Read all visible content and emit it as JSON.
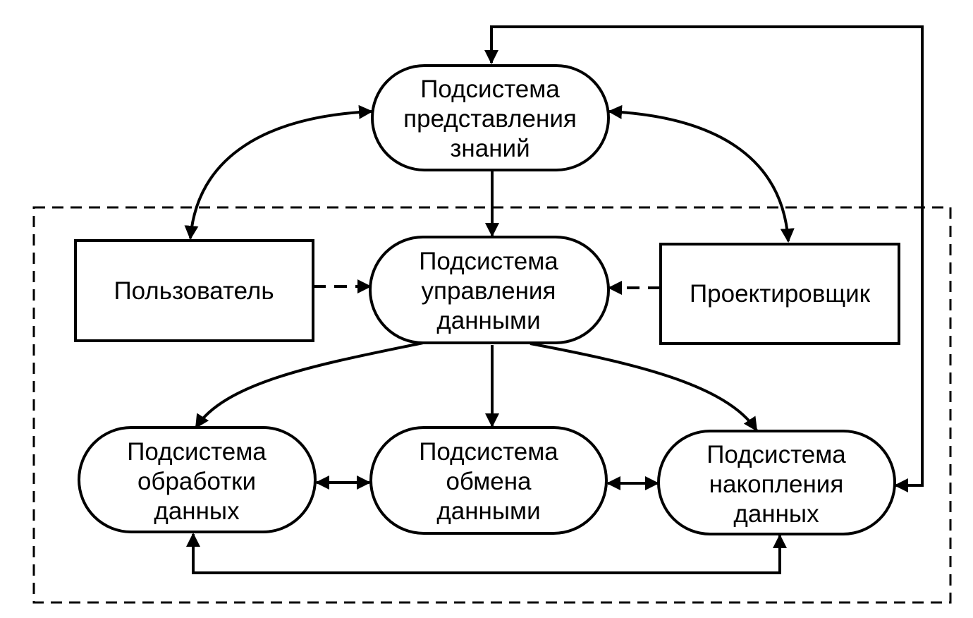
{
  "colors": {
    "stroke": "#000000",
    "fill": "#ffffff",
    "background": "#ffffff"
  },
  "nodes": {
    "knowledge": {
      "lines": [
        "Подсистема",
        "представления",
        "знаний"
      ]
    },
    "management": {
      "lines": [
        "Подсистема",
        "управления",
        "данными"
      ]
    },
    "user": {
      "lines": [
        "Пользователь"
      ]
    },
    "designer": {
      "lines": [
        "Проектировщик"
      ]
    },
    "processing": {
      "lines": [
        "Подсистема",
        "обработки",
        "данных"
      ]
    },
    "exchange": {
      "lines": [
        "Подсистема",
        "обмена",
        "данными"
      ]
    },
    "accumulation": {
      "lines": [
        "Подсистема",
        "накопления",
        "данных"
      ]
    }
  },
  "edges": [
    {
      "from": "knowledge",
      "to": "management",
      "style": "solid",
      "direction": "forward"
    },
    {
      "from": "knowledge",
      "to": "user",
      "style": "solid",
      "direction": "both"
    },
    {
      "from": "knowledge",
      "to": "designer",
      "style": "solid",
      "direction": "both"
    },
    {
      "from": "user",
      "to": "management",
      "style": "dashed",
      "direction": "forward"
    },
    {
      "from": "designer",
      "to": "management",
      "style": "dashed",
      "direction": "forward"
    },
    {
      "from": "management",
      "to": "processing",
      "style": "solid",
      "direction": "forward"
    },
    {
      "from": "management",
      "to": "exchange",
      "style": "solid",
      "direction": "forward"
    },
    {
      "from": "management",
      "to": "accumulation",
      "style": "solid",
      "direction": "forward"
    },
    {
      "from": "processing",
      "to": "exchange",
      "style": "solid",
      "direction": "both"
    },
    {
      "from": "exchange",
      "to": "accumulation",
      "style": "solid",
      "direction": "both"
    },
    {
      "from": "processing",
      "to": "accumulation",
      "style": "solid",
      "direction": "both"
    },
    {
      "from": "knowledge",
      "to": "accumulation",
      "style": "solid",
      "direction": "both"
    }
  ]
}
